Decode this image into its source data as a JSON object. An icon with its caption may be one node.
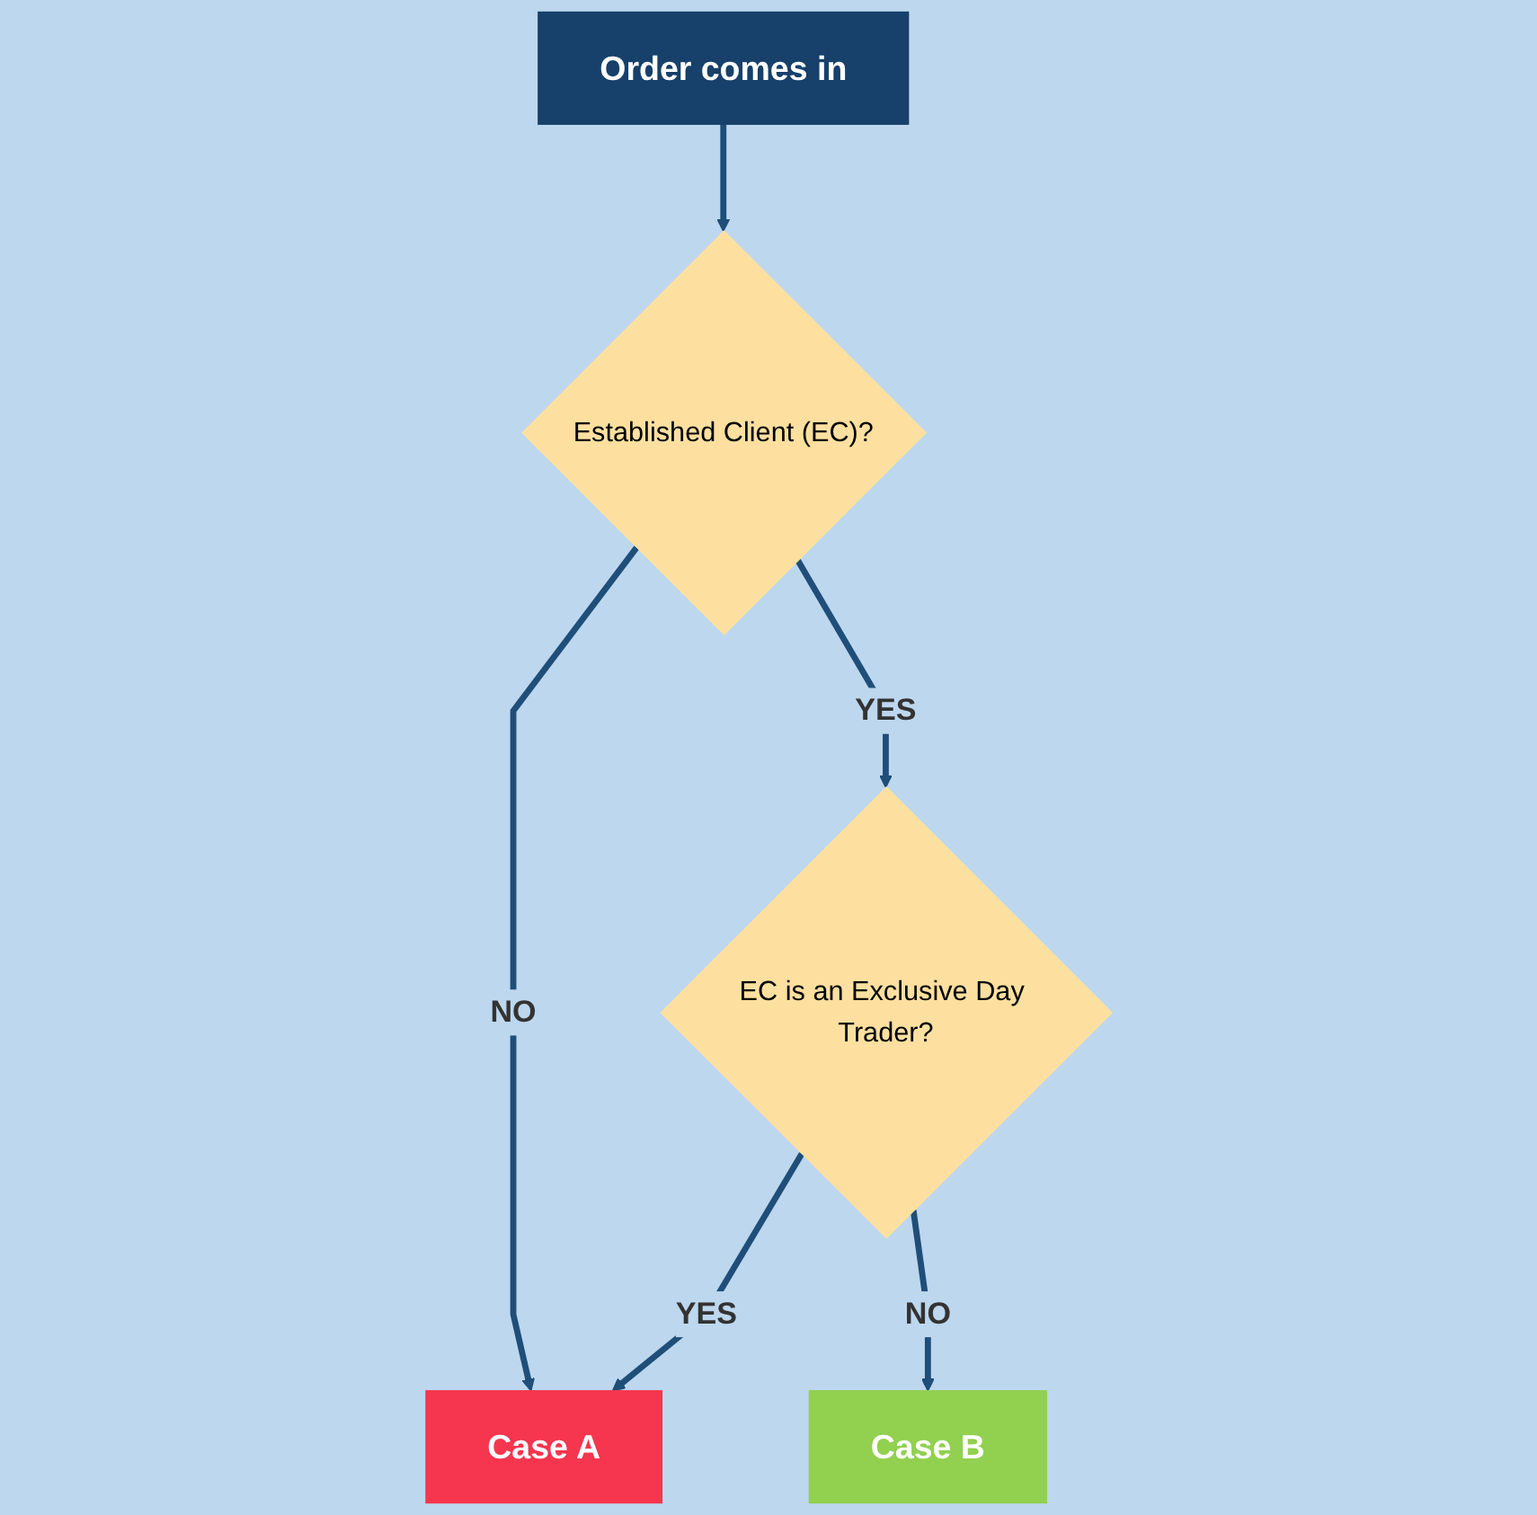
{
  "diagram": {
    "nodes": [
      {
        "text": [
          "Order comes in"
        ]
      },
      {
        "text": [
          "Established Client (EC)?"
        ]
      },
      {
        "text": [
          "EC is an Exclusive Day Trader?"
        ]
      },
      {
        "text": [
          "Case A"
        ]
      },
      {
        "text": [
          "Case B"
        ]
      }
    ],
    "edges": [
      {
        "from": 0,
        "to": 1,
        "arrow": "to"
      },
      {
        "from": 1,
        "to": 3,
        "label": "NO",
        "arrow": "to"
      },
      {
        "from": 1,
        "to": 2,
        "label": "YES",
        "arrow": "to"
      },
      {
        "from": 2,
        "to": 3,
        "label": "YES",
        "arrow": "to"
      },
      {
        "from": 2,
        "to": 4,
        "label": "NO",
        "arrow": "to"
      }
    ]
  }
}
